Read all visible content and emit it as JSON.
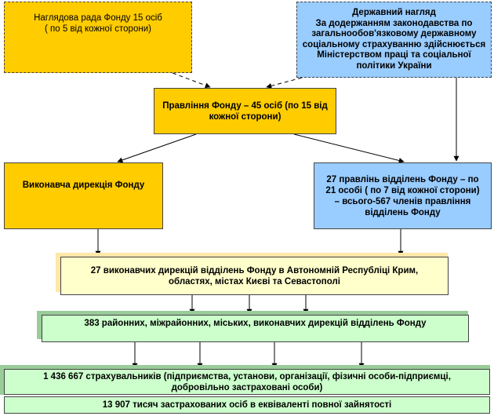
{
  "boxes": {
    "supervisory_board": "Наглядова рада Фонду 15 осіб\n( по 5 від кожної сторони)",
    "state_supervision": "Державний нагляд\nЗа додержанням законодавства по загальнообов'язковому державному соціальному страхуванню здійснюється Міністерством праці та соціальної політики України",
    "fund_board": "Правління Фонду – 45 осіб (по 15 від кожної сторони)",
    "executive_directorate": "Виконавча дирекція Фонду",
    "branch_boards": "27 правлінь відділень Фонду – по 21 особі ( по 7 від кожної сторони) – всього-567 членів правління відділень Фонду",
    "regional_directorates": "27 виконавчих дирекцій відділень Фонду в Автономній Республіці Крим, областях, містах Києві та Севастополі",
    "district_directorates": "383  районних, міжрайонних, міських, виконавчих дирекцій відділень Фонду",
    "insurers": "1 436 667 страхувальників (підприємства, установи, організації, фізичні особи-підприємці, добровільно застраховані особи)",
    "insured_persons": "13 907 тисяч застрахованих осіб в еквіваленті повної зайнятості"
  },
  "colors": {
    "orange": "#ffcc00",
    "blue": "#99ccff",
    "yellow": "#ffffcc",
    "green": "#ccffcc"
  }
}
